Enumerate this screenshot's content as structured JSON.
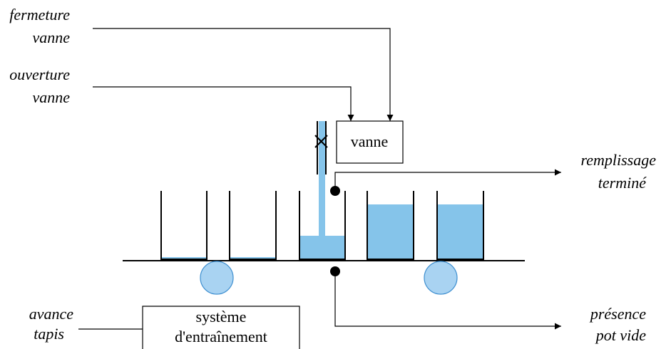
{
  "labels": {
    "fermeture_vanne": [
      "fermeture",
      "vanne"
    ],
    "ouverture_vanne": [
      "ouverture",
      "vanne"
    ],
    "remplissage_termine": [
      "remplissage",
      "terminé"
    ],
    "presence_pot_vide": [
      "présence",
      "pot vide"
    ],
    "avance_tapis": [
      "avance",
      "tapis"
    ]
  },
  "blocks": {
    "vanne": "vanne",
    "systeme": [
      "système",
      "d'entraînement"
    ]
  },
  "colors": {
    "liquid": "#85C4EA",
    "roller": "#A9D3F2",
    "line": "#000000"
  }
}
